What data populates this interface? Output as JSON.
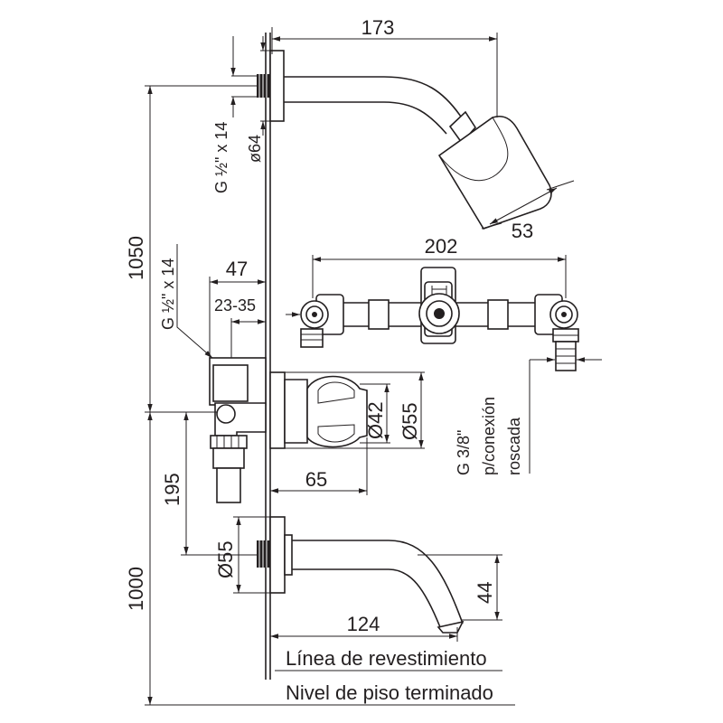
{
  "dimensions": {
    "shower_arm_length": "173",
    "shower_head_size": "53",
    "shower_height": "1050",
    "shower_thread": "G ½\" x 14",
    "wall_flange_diameter": "ø64",
    "valve_body_thread": "G ½\" x 14",
    "valve_depth": "47",
    "valve_depth_range": "23-35",
    "connection_spacing": "202",
    "handle_diameter": "Ø42",
    "escutcheon_diameter": "Ø55",
    "handle_projection": "65",
    "outlet_offset": "195",
    "spout_flange_diameter": "Ø55",
    "spout_height": "1000",
    "spout_length": "124",
    "spout_outlet_height": "44"
  },
  "connection_note": {
    "line1": "G 3/8\"",
    "line2": "p/conexión",
    "line3": "roscada"
  },
  "reference_lines": {
    "wall": "Línea de revestimiento",
    "floor": "Nivel de piso terminado"
  }
}
